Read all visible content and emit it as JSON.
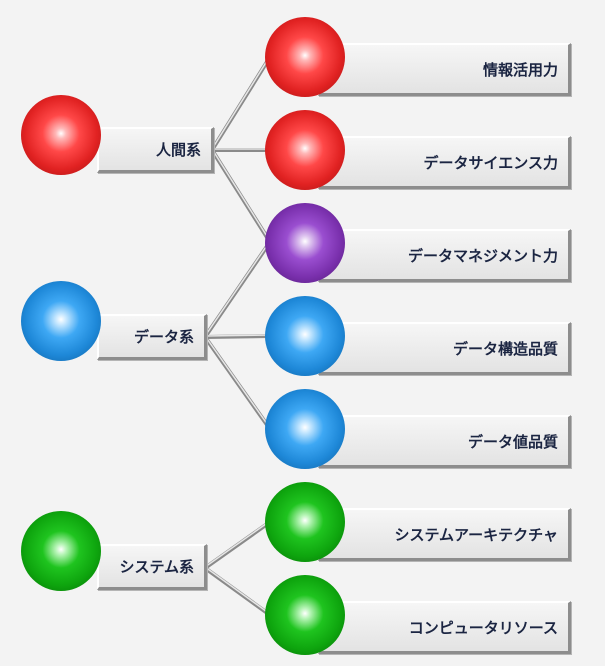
{
  "diagram": {
    "groups": [
      {
        "label": "人間系",
        "color": "red"
      },
      {
        "label": "データ系",
        "color": "blue"
      },
      {
        "label": "システム系",
        "color": "green"
      }
    ],
    "items": [
      {
        "label": "情報活用力",
        "color": "red"
      },
      {
        "label": "データサイエンス力",
        "color": "red"
      },
      {
        "label": "データマネジメント力",
        "color": "purple"
      },
      {
        "label": "データ構造品質",
        "color": "blue"
      },
      {
        "label": "データ値品質",
        "color": "blue"
      },
      {
        "label": "システムアーキテクチャ",
        "color": "green"
      },
      {
        "label": "コンピュータリソース",
        "color": "green"
      }
    ],
    "connections": [
      {
        "from": "人間系",
        "to": "情報活用力"
      },
      {
        "from": "人間系",
        "to": "データサイエンス力"
      },
      {
        "from": "人間系",
        "to": "データマネジメント力"
      },
      {
        "from": "データ系",
        "to": "データマネジメント力"
      },
      {
        "from": "データ系",
        "to": "データ構造品質"
      },
      {
        "from": "データ系",
        "to": "データ値品質"
      },
      {
        "from": "システム系",
        "to": "システムアーキテクチャ"
      },
      {
        "from": "システム系",
        "to": "コンピュータリソース"
      }
    ]
  }
}
